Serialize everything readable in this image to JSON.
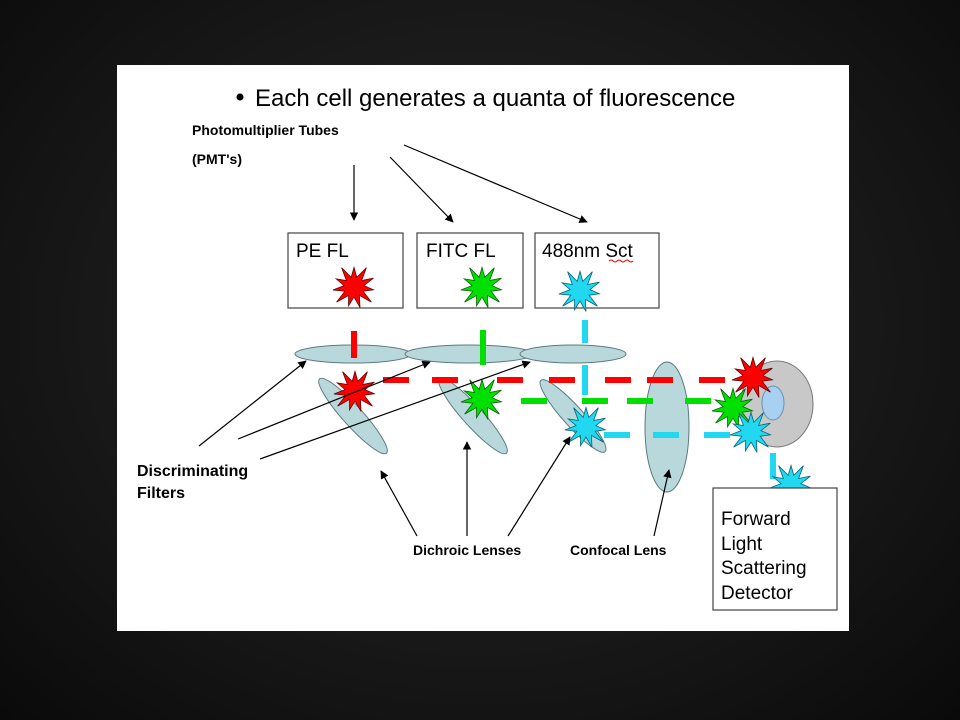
{
  "slide": {
    "bullet_text": "Each cell generates a quanta of fluorescence",
    "pmt_label_line1": "Photomultiplier Tubes",
    "pmt_label_line2": "(PMT's)",
    "boxes": {
      "pe": "PE  FL",
      "fitc": "FITC FL",
      "sct": "488nm Sct"
    },
    "discriminating_line1": "Discriminating",
    "discriminating_line2": "Filters",
    "dichroic_label": "Dichroic Lenses",
    "confocal_label": "Confocal Lens",
    "detector_lines": [
      "Forward",
      "Light",
      "Scattering",
      "Detector"
    ]
  },
  "colors": {
    "red": "#ff0000",
    "green": "#00e000",
    "cyan": "#22d8f0",
    "lens_fill": "#b8d8dc",
    "lens_stroke": "#5a7a80",
    "source_gray": "#c8c8c8",
    "source_blue": "#a8d0f0"
  },
  "icons": [
    "red-starburst-icon",
    "green-starburst-icon",
    "cyan-starburst-icon"
  ]
}
